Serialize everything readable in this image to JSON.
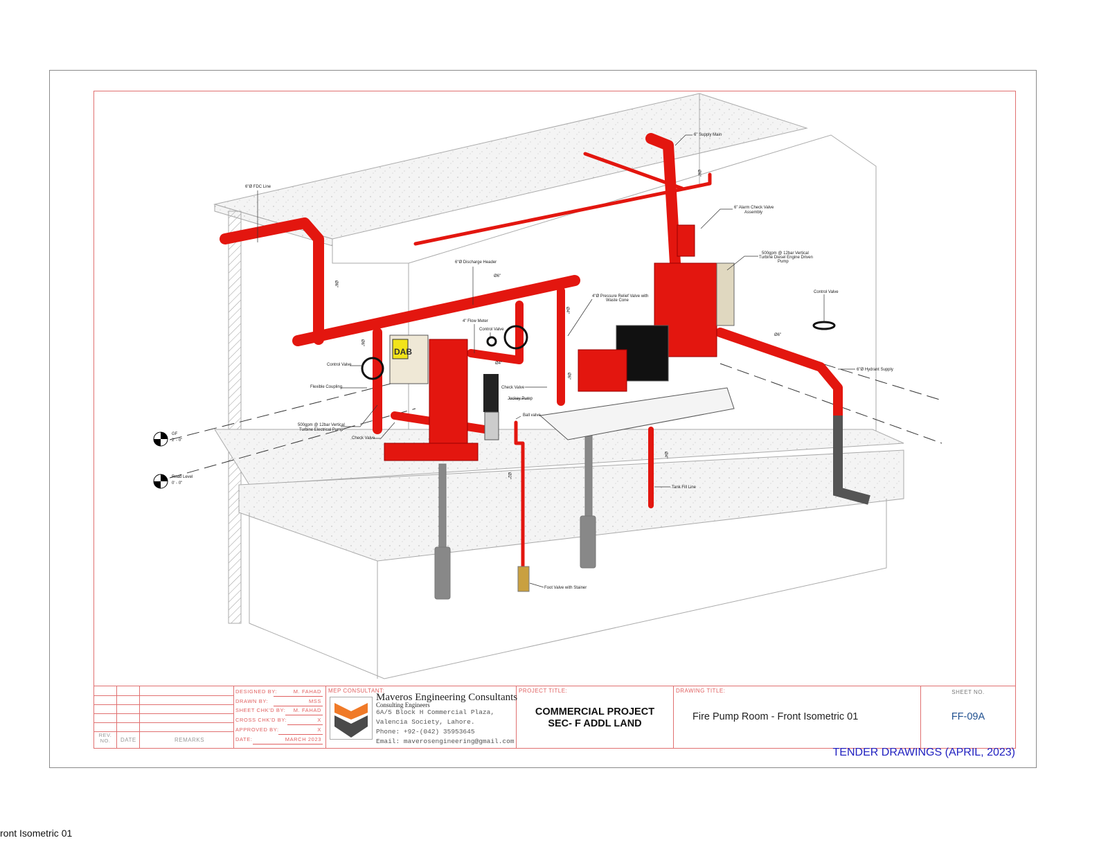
{
  "labels": {
    "fdc_line": "6\"Ø FDC Line",
    "supply_main": "6\" Supply Main",
    "alarm_check_valve": [
      "6\" Alarm Check Valve",
      "Assembly"
    ],
    "diesel_pump": [
      "500gpm @ 12bar Vertical",
      "Turbine Diesel Engine Driven",
      "Pump"
    ],
    "discharge_header": "6\"Ø Discharge Header",
    "prv": [
      "4\"Ø Pressure Relief Valve with",
      "Waste Cone"
    ],
    "flow_meter": "4\" Flow Meter",
    "control_valve_1": "Control Valve",
    "control_valve_2": "Control Valve",
    "control_valve_3": "Control Valve",
    "flexible_coupling": "Flexible Coupling",
    "electrical_pump": [
      "500gpm @ 12bar Vertical",
      "Turbine Electrical Pump"
    ],
    "check_valve_1": "Check Valve",
    "check_valve_2": "Check Valve",
    "jockey_pump": "Jockey Pump",
    "ball_valve": "Ball valve",
    "hydrant_supply": "6\"Ø Hydrant Supply",
    "tank_fill_line": "Tank Fill Line",
    "foot_valve": "Foot Valve with Stainer",
    "pump_brand": "DAB",
    "dims": [
      "Ø6\"",
      "Ø6\"",
      "Ø6\"",
      "Ø4\"",
      "Ø6\"",
      "Ø6\"",
      "Ø4\"",
      "Ø2\"",
      "Ø4\"",
      "Ø6\""
    ]
  },
  "levels": [
    {
      "name": "GF",
      "elevation": "2' - 0\""
    },
    {
      "name": "Road Level",
      "elevation": "0' - 0\""
    }
  ],
  "title_block": {
    "rev_no": "REV. NO.",
    "date": "DATE",
    "remarks": "REMARKS",
    "designed_by_label": "DESIGNED BY:",
    "designed_by": "M. FAHAD",
    "drawn_by_label": "DRAWN BY:",
    "drawn_by": "MSS",
    "sheet_chkd_label": "SHEET CHK'D BY:",
    "sheet_chkd": "M. FAHAD",
    "cross_chkd_label": "CROSS CHK'D BY:",
    "cross_chkd": "X",
    "approved_label": "APPROVED BY:",
    "approved": "X",
    "date_label": "DATE:",
    "date_value": "MARCH 2023",
    "mep_label": "MEP CONSULTANT:",
    "company": "Maveros Engineering Consultants",
    "company_sub": "Consulting Engineers",
    "address1": "6A/5 Block H Commercial Plaza,",
    "address2": "Valencia Society, Lahore.",
    "phone": "Phone: +92-(042) 35953645",
    "email": "Email: maverosengineering@gmail.com",
    "project_label": "PROJECT TITLE:",
    "project_line1": "COMMERCIAL PROJECT",
    "project_line2": "SEC- F ADDL LAND",
    "drawing_label": "DRAWING TITLE:",
    "drawing_title": "Fire Pump Room - Front Isometric 01",
    "sheet_label": "SHEET NO.",
    "sheet_no": "FF-09A"
  },
  "tender": "TENDER DRAWINGS (APRIL, 2023)",
  "footer_caption": "ront Isometric 01",
  "colors": {
    "pipe": "#e3160f",
    "frame": "#e07070",
    "sheet_no": "#1f4f8f",
    "tender": "#2020c0",
    "logo_orange": "#f07a28",
    "logo_gray": "#4a4a4a"
  }
}
